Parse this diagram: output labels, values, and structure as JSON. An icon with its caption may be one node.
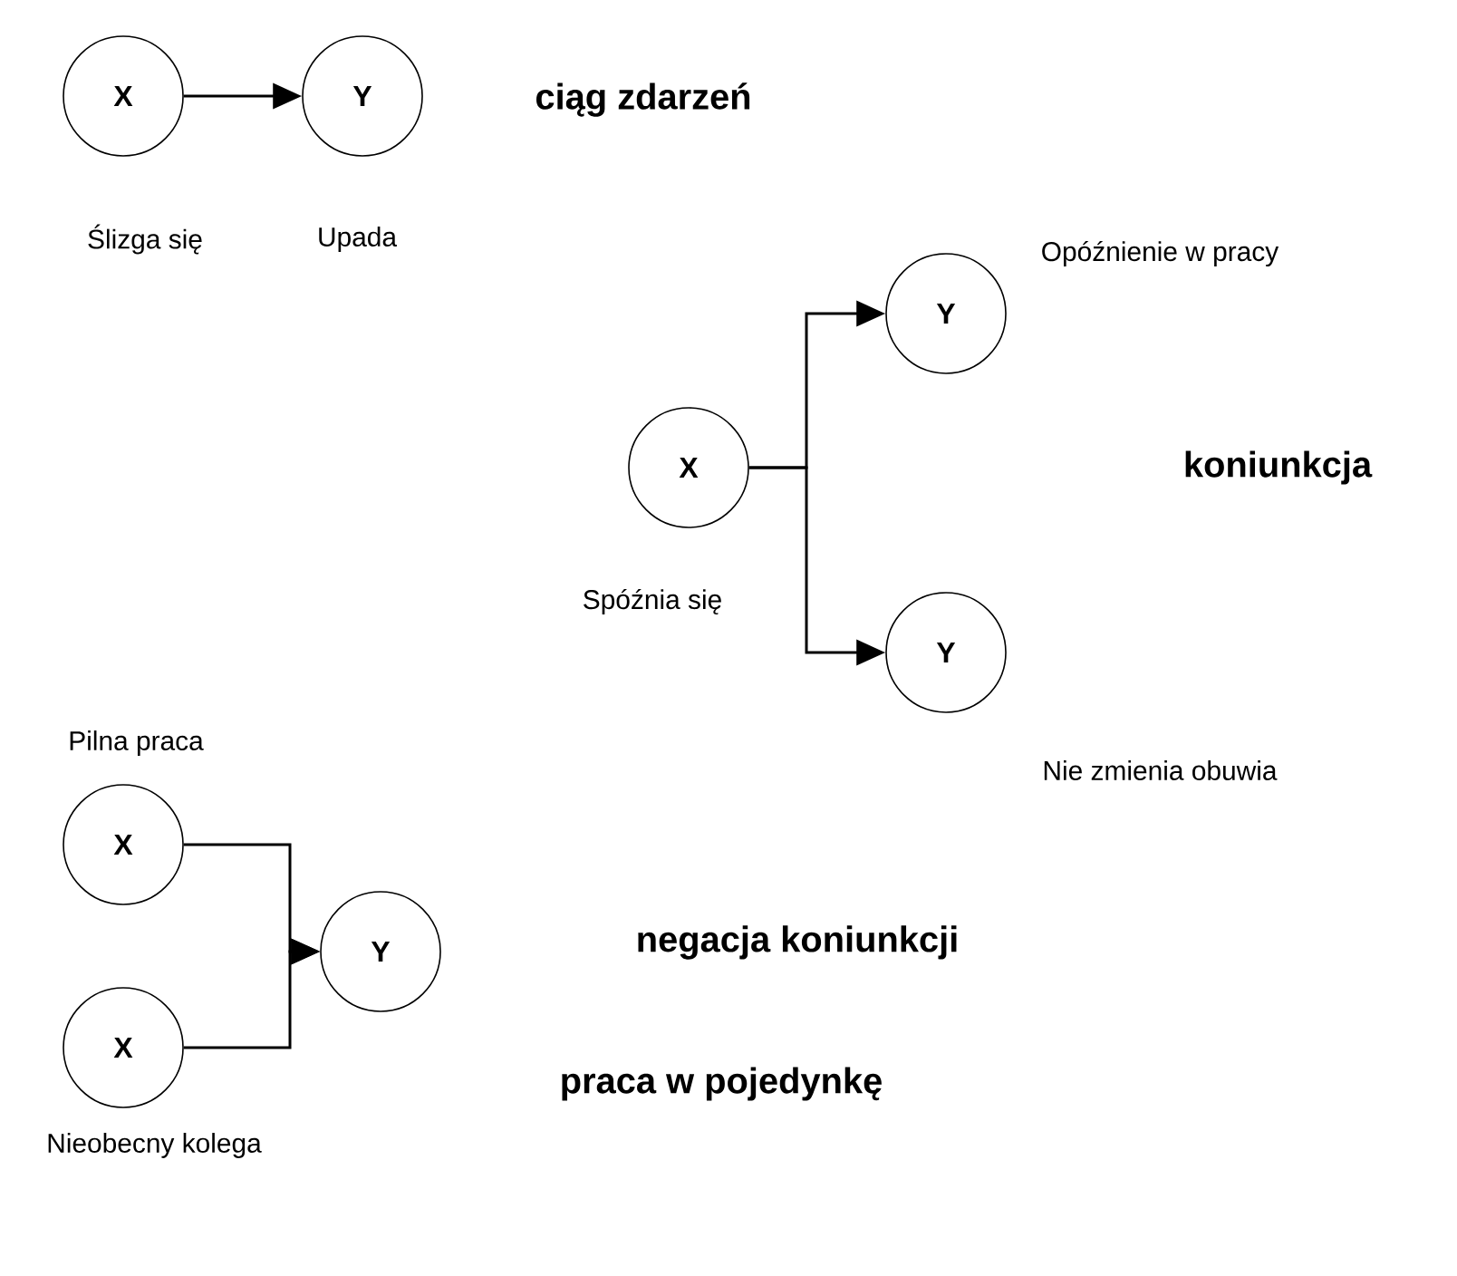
{
  "diagram": {
    "nodes": [
      {
        "text": [
          "X"
        ],
        "beside": [
          "Ślizga się"
        ]
      },
      {
        "text": [
          "Y"
        ],
        "beside": [
          "Upada"
        ]
      },
      {
        "text": [
          "X"
        ],
        "beside": [
          "Spóźnia się"
        ]
      },
      {
        "text": [
          "Y"
        ],
        "beside": [
          "Opóźnienie w pracy"
        ]
      },
      {
        "text": [
          "Y"
        ],
        "beside": [
          "Nie zmienia obuwia"
        ]
      },
      {
        "text": [
          "X"
        ],
        "beside": [
          "Pilna praca"
        ]
      },
      {
        "text": [
          "X"
        ],
        "beside": [
          "Nieobecny kolega"
        ]
      },
      {
        "text": [
          "Y"
        ]
      }
    ],
    "edges": [
      {
        "from": 0,
        "to": 1,
        "arrow": "to"
      },
      {
        "from": 2,
        "to": 3,
        "arrow": "to"
      },
      {
        "from": 2,
        "to": 4,
        "arrow": "to"
      },
      {
        "from": 5,
        "to": 7,
        "arrow": "to"
      },
      {
        "from": 6,
        "to": 7,
        "arrow": "to"
      }
    ],
    "labels": [
      "ciąg zdarzeń",
      "koniunkcja",
      "negacja koniunkcji",
      "praca w pojedynkę"
    ]
  }
}
